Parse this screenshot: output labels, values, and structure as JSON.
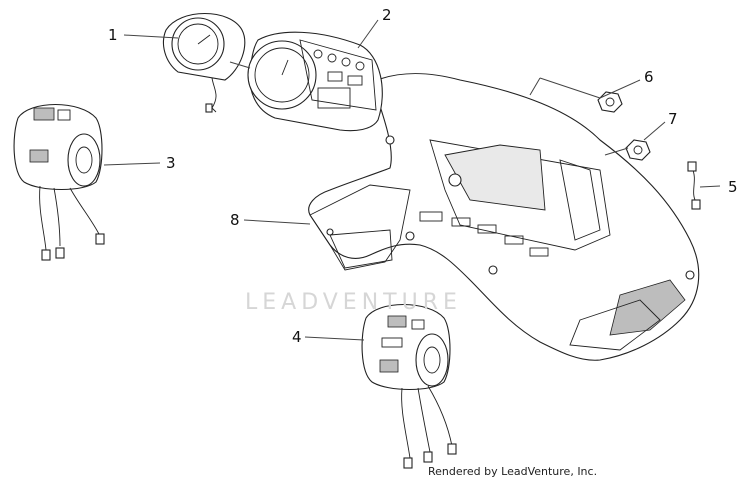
{
  "callouts": [
    {
      "id": "1",
      "label": "1"
    },
    {
      "id": "2",
      "label": "2"
    },
    {
      "id": "3",
      "label": "3"
    },
    {
      "id": "4",
      "label": "4"
    },
    {
      "id": "5",
      "label": "5"
    },
    {
      "id": "6",
      "label": "6"
    },
    {
      "id": "7",
      "label": "7"
    },
    {
      "id": "8",
      "label": "8"
    }
  ],
  "watermark": "LEADVENTURE",
  "credit": "Rendered by LeadVenture, Inc.",
  "colors": {
    "line": "#222222",
    "watermark": "#d6d6d6",
    "background": "#ffffff"
  }
}
